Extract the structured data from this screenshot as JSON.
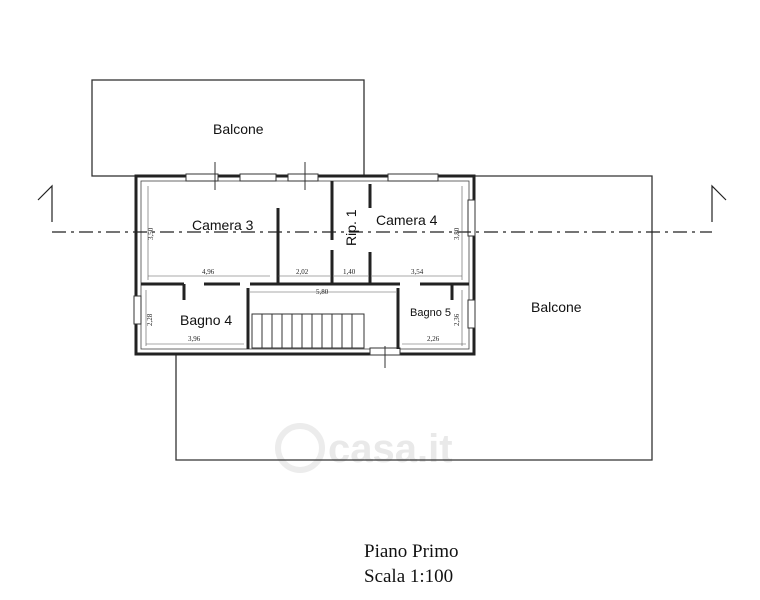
{
  "rooms": {
    "balcone_top": "Balcone",
    "balcone_right": "Balcone",
    "camera3": "Camera 3",
    "camera4": "Camera  4",
    "rip1": "Rip. 1",
    "bagno4": "Bagno 4",
    "bagno5": "Bagno 5"
  },
  "dimensions": {
    "cam3_height": "3,50",
    "cam4_height": "3,80",
    "w_496": "4,96",
    "w_202": "2,02",
    "w_140": "1,40",
    "w_354": "3,54",
    "w_580": "5,80",
    "bagno4_height": "2,28",
    "bagno4_width": "3,96",
    "bagno5_height": "2,36",
    "bagno5_width": "2,26"
  },
  "caption": {
    "line1": "Piano Primo",
    "line2": "Scala 1:100"
  },
  "watermark": "casa.it"
}
